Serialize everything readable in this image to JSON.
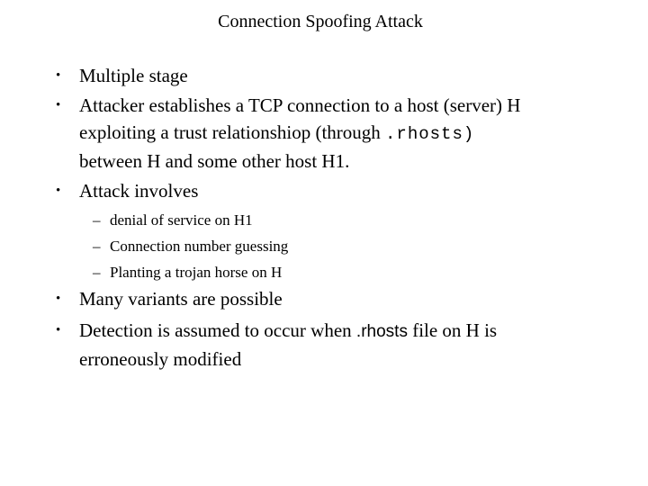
{
  "slide": {
    "background": "#ffffff",
    "text_color": "#000000",
    "title": "Connection Spoofing Attack",
    "markers": {
      "level1": "•",
      "level2": "–"
    },
    "content": {
      "b1": {
        "line1": "Multiple stage"
      },
      "b2": {
        "line1": "Attacker establishes a TCP connection to a host (server) H",
        "line2_serif": "exploiting a trust relationshiop (through ",
        "line2_mono": ".rhosts)",
        "line3": "between H and some other host H1."
      },
      "b3": {
        "line1": "Attack involves"
      },
      "sub1": "denial of service on H1",
      "sub2": "Connection number guessing",
      "sub3": "Planting a trojan horse on H",
      "b4": {
        "line1": "Many variants are possible"
      },
      "b5": {
        "line1_serif": "Detection is assumed to occur when ",
        "line1_sans": ".rhosts",
        "line1_serif_end": " file on H is",
        "line2": "erroneously modified"
      }
    }
  }
}
